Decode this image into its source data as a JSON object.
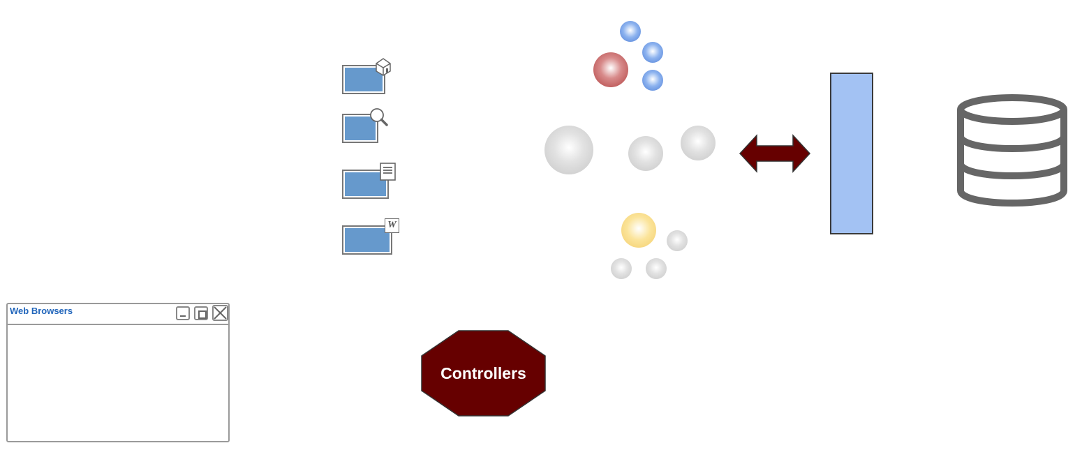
{
  "browser_window": {
    "title": "Web Browsers",
    "controls": {
      "minimize": "minimize-icon",
      "maximize": "maximize-icon",
      "close": "close-icon"
    }
  },
  "screens": [
    {
      "name": "screen-home",
      "overlay_icon": "home-icon"
    },
    {
      "name": "screen-search",
      "overlay_icon": "magnifier-icon"
    },
    {
      "name": "screen-document",
      "overlay_icon": "document-icon"
    },
    {
      "name": "screen-word",
      "overlay_icon": "word-letter-icon",
      "overlay_text": "W"
    }
  ],
  "controllers": {
    "label": "Controllers",
    "color": "#660000"
  },
  "sphere_colors": {
    "gray": "#c6c6c6",
    "blue": "#4f7fd6",
    "red": "#b03f3f",
    "yellow": "#f3cd6b"
  },
  "arrow": {
    "icon": "double-headed-arrow-icon",
    "color": "#660000"
  },
  "bar": {
    "color": "#a3c2f3"
  },
  "database": {
    "icon": "database-icon",
    "color": "#666666"
  }
}
